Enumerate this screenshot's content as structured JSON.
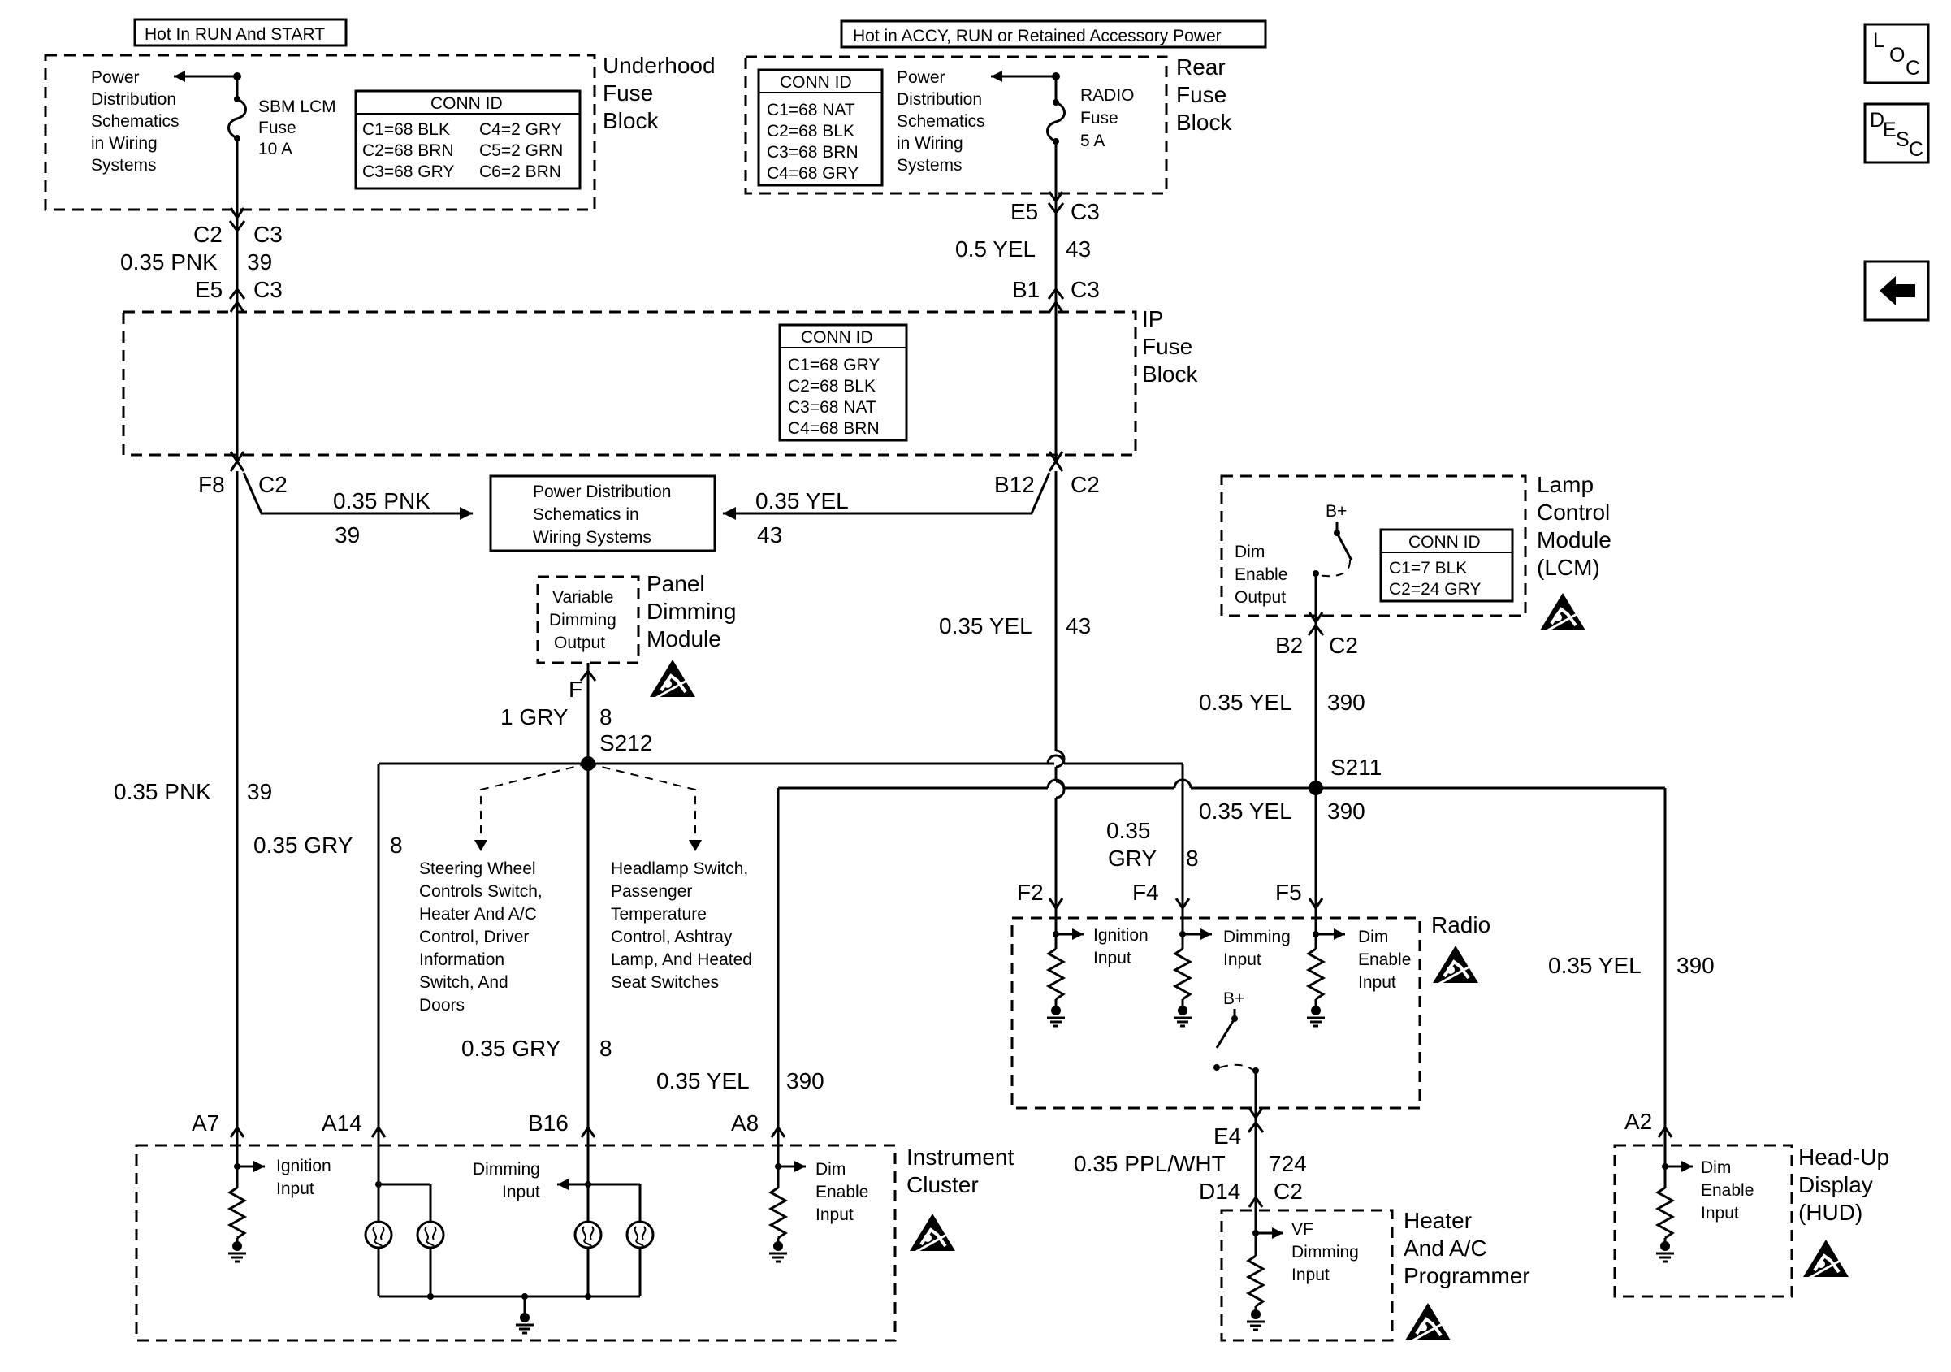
{
  "header": {
    "underhood_power": "Hot In RUN And START",
    "rear_power": "Hot in ACCY, RUN or Retained Accessory Power"
  },
  "nav_buttons": {
    "loc": [
      "L",
      "O",
      "C"
    ],
    "desc": [
      "D",
      "E",
      "S",
      "C"
    ],
    "back_icon": "left-arrow-icon"
  },
  "underhood_fuse_block": {
    "title": [
      "Underhood",
      "Fuse",
      "Block"
    ],
    "power_ref": [
      "Power",
      "Distribution",
      "Schematics",
      "in Wiring",
      "Systems"
    ],
    "fuse": [
      "SBM LCM",
      "Fuse",
      "10 A"
    ],
    "conn_title": "CONN ID",
    "conn_left": [
      "C1=68 BLK",
      "C2=68 BRN",
      "C3=68 GRY"
    ],
    "conn_right": [
      "C4=2 GRY",
      "C5=2 GRN",
      "C6=2 BRN"
    ],
    "out_conn": [
      "C2",
      "C3"
    ],
    "wire": [
      "0.35 PNK",
      "39"
    ],
    "in_conn": [
      "E5",
      "C3"
    ]
  },
  "rear_fuse_block": {
    "title": [
      "Rear",
      "Fuse",
      "Block"
    ],
    "conn_title": "CONN ID",
    "conn": [
      "C1=68 NAT",
      "C2=68 BLK",
      "C3=68 BRN",
      "C4=68 GRY"
    ],
    "power_ref": [
      "Power",
      "Distribution",
      "Schematics",
      "in Wiring",
      "Systems"
    ],
    "fuse": [
      "RADIO",
      "Fuse",
      "5 A"
    ],
    "out_conn": [
      "E5",
      "C3"
    ],
    "wire": [
      "0.5 YEL",
      "43"
    ],
    "in_conn": [
      "B1",
      "C3"
    ]
  },
  "ip_fuse_block": {
    "title": [
      "IP",
      "Fuse",
      "Block"
    ],
    "conn_title": "CONN ID",
    "conn": [
      "C1=68 GRY",
      "C2=68 BLK",
      "C3=68 NAT",
      "C4=68 BRN"
    ],
    "left_out": [
      "F8",
      "C2"
    ],
    "right_out": [
      "B12",
      "C2"
    ]
  },
  "power_dist_box": {
    "text": [
      "Power Distribution",
      "Schematics in",
      "Wiring Systems"
    ],
    "left_wire": [
      "0.35 PNK",
      "39"
    ],
    "right_wire": [
      "0.35 YEL",
      "43"
    ]
  },
  "panel_dimming_module": {
    "title": [
      "Panel",
      "Dimming",
      "Module"
    ],
    "output": [
      "Variable",
      "Dimming",
      "Output"
    ],
    "pin": "F",
    "wire": [
      "1 GRY",
      "8"
    ],
    "splice": "S212"
  },
  "lamp_control_module": {
    "title": [
      "Lamp",
      "Control",
      "Module",
      "(LCM)"
    ],
    "bplus": "B+",
    "output": [
      "Dim",
      "Enable",
      "Output"
    ],
    "conn_title": "CONN ID",
    "conn": [
      "C1=7 BLK",
      "C2=24 GRY"
    ],
    "pin": [
      "B2",
      "C2"
    ],
    "wire": [
      "0.35 YEL",
      "390"
    ],
    "splice": "S211"
  },
  "wires": {
    "pnk_left": [
      "0.35 PNK",
      "39"
    ],
    "gry_a14": [
      "0.35 GRY",
      "8"
    ],
    "gry_b16": [
      "0.35 GRY",
      "8"
    ],
    "yel_a8": [
      "0.35 YEL",
      "390"
    ],
    "yel_43": [
      "0.35 YEL",
      "43"
    ],
    "gry_f4": [
      "0.35",
      "GRY",
      "8"
    ],
    "yel_f5": [
      "0.35 YEL",
      "390"
    ],
    "yel_hud": [
      "0.35 YEL",
      "390"
    ],
    "ppl_wht": [
      "0.35 PPL/WHT",
      "724"
    ]
  },
  "splice_refs": {
    "left": [
      "Steering Wheel",
      "Controls Switch,",
      "Heater And A/C",
      "Control, Driver",
      "Information",
      "Switch, And",
      "Doors"
    ],
    "right": [
      "Headlamp Switch,",
      "Passenger",
      "Temperature",
      "Control, Ashtray",
      "Lamp, And Heated",
      "Seat Switches"
    ]
  },
  "radio": {
    "title": "Radio",
    "pins": [
      "F2",
      "F4",
      "F5"
    ],
    "ignition": [
      "Ignition",
      "Input"
    ],
    "dimming": [
      "Dimming",
      "Input"
    ],
    "dim_enable": [
      "Dim",
      "Enable",
      "Input"
    ],
    "bplus": "B+",
    "out_pin": "E4"
  },
  "instrument_cluster": {
    "title": [
      "Instrument",
      "Cluster"
    ],
    "pins": [
      "A7",
      "A14",
      "B16",
      "A8"
    ],
    "ignition": [
      "Ignition",
      "Input"
    ],
    "dimming": [
      "Dimming",
      "Input"
    ],
    "dim_enable": [
      "Dim",
      "Enable",
      "Input"
    ]
  },
  "heater_ac": {
    "title": [
      "Heater",
      "And A/C",
      "Programmer"
    ],
    "pin": [
      "D14",
      "C2"
    ],
    "input": [
      "VF",
      "Dimming",
      "Input"
    ]
  },
  "hud": {
    "title": [
      "Head-Up",
      "Display",
      "(HUD)"
    ],
    "pin": "A2",
    "input": [
      "Dim",
      "Enable",
      "Input"
    ]
  },
  "icons": {
    "esd": "esd-sensitive-icon",
    "ground": "ground-icon",
    "resistor": "resistor-icon",
    "lamp": "lamp-icon",
    "fuse": "fuse-icon",
    "switch": "switch-icon"
  }
}
